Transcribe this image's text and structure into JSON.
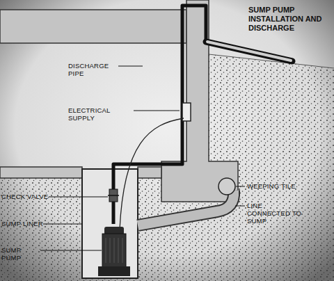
{
  "diagram": {
    "title": "SUMP PUMP INSTALLATION AND DISCHARGE",
    "labels": [
      "DISCHARGE PIPE",
      "ELECTRICAL SUPPLY",
      "CHECK VALVE",
      "SUMP LINER",
      "SUMP PUMP",
      "WEEPING TILE",
      "LINE CONNECTED TO SUMP"
    ]
  }
}
